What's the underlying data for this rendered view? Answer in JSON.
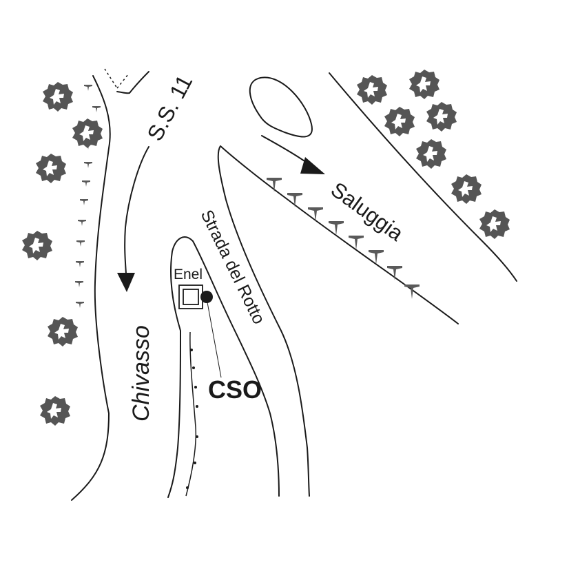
{
  "labels": {
    "ss11": "S.S. 11",
    "saluggia": "Saluggia",
    "strada": "Strada del Rotto",
    "enel": "Enel",
    "chivasso": "Chivasso",
    "cso": "CSO"
  },
  "colors": {
    "ink": "#1a1a1a",
    "tree": "#555555",
    "tree_highlight": "#ffffff",
    "embankment": "#5a5a5a"
  },
  "icons": {
    "tree": "tree-icon",
    "embankment": "embankment-tick-icon",
    "building": "building-icon",
    "site": "site-marker-icon",
    "arrow": "arrow-icon"
  }
}
